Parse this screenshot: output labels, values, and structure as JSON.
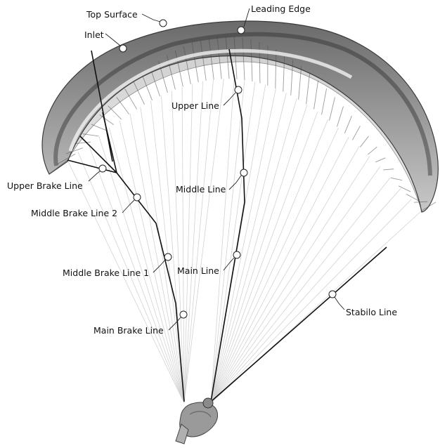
{
  "labels": {
    "top_surface": "Top Surface",
    "leading_edge": "Leading Edge",
    "inlet": "Inlet",
    "upper_line": "Upper Line",
    "upper_brake_line": "Upper Brake Line",
    "middle_line": "Middle Line",
    "middle_brake_line_2": "Middle Brake Line 2",
    "main_line": "Main Line",
    "middle_brake_line_1": "Middle Brake Line 1",
    "stabilo_line": "Stabilo Line",
    "main_brake_line": "Main Brake Line"
  },
  "colors": {
    "canopy_dark": "#5b5b5b",
    "canopy_light": "#a8a8a8",
    "line_highlight": "#111111",
    "line_faint": "#d0d0d0"
  }
}
